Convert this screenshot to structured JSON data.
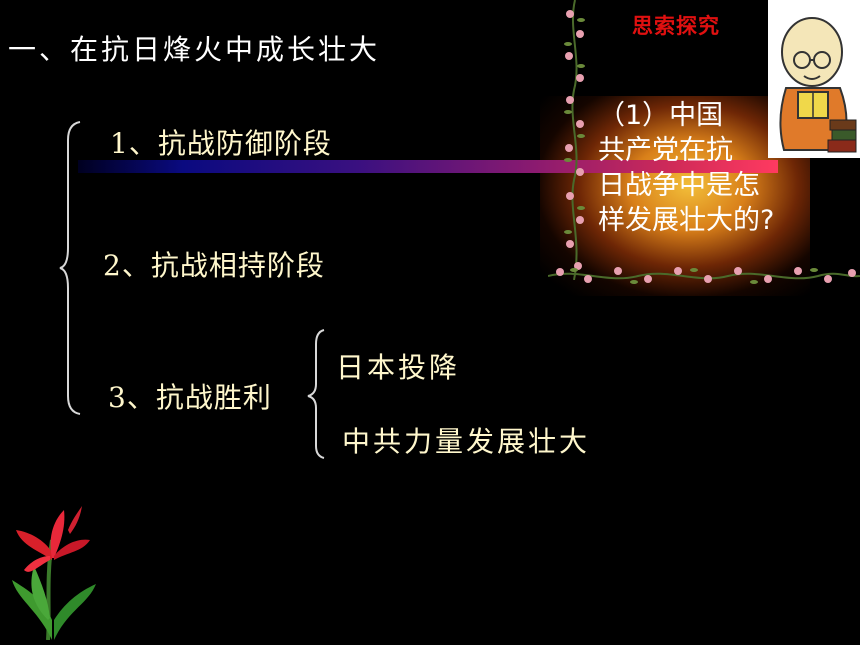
{
  "header": {
    "title": "一、在抗日烽火中成长壮大"
  },
  "stages": [
    {
      "label": "1、抗战防御阶段"
    },
    {
      "label": "2、抗战相持阶段"
    },
    {
      "label": "3、抗战胜利"
    }
  ],
  "victory_points": [
    {
      "label": "日本投降"
    },
    {
      "label": "中共力量发展壮大"
    }
  ],
  "inquiry": {
    "badge": "思索探究",
    "question_lines": [
      "（1）中国",
      "共产党在抗",
      "日战争中是怎",
      "样发展壮大的?"
    ]
  },
  "colors": {
    "background": "#000000",
    "badge_red": "#e01010",
    "text_cream": "#fff7cc"
  },
  "icons": [
    "reading-monk-figure",
    "flower-vine",
    "red-canna-flower"
  ]
}
